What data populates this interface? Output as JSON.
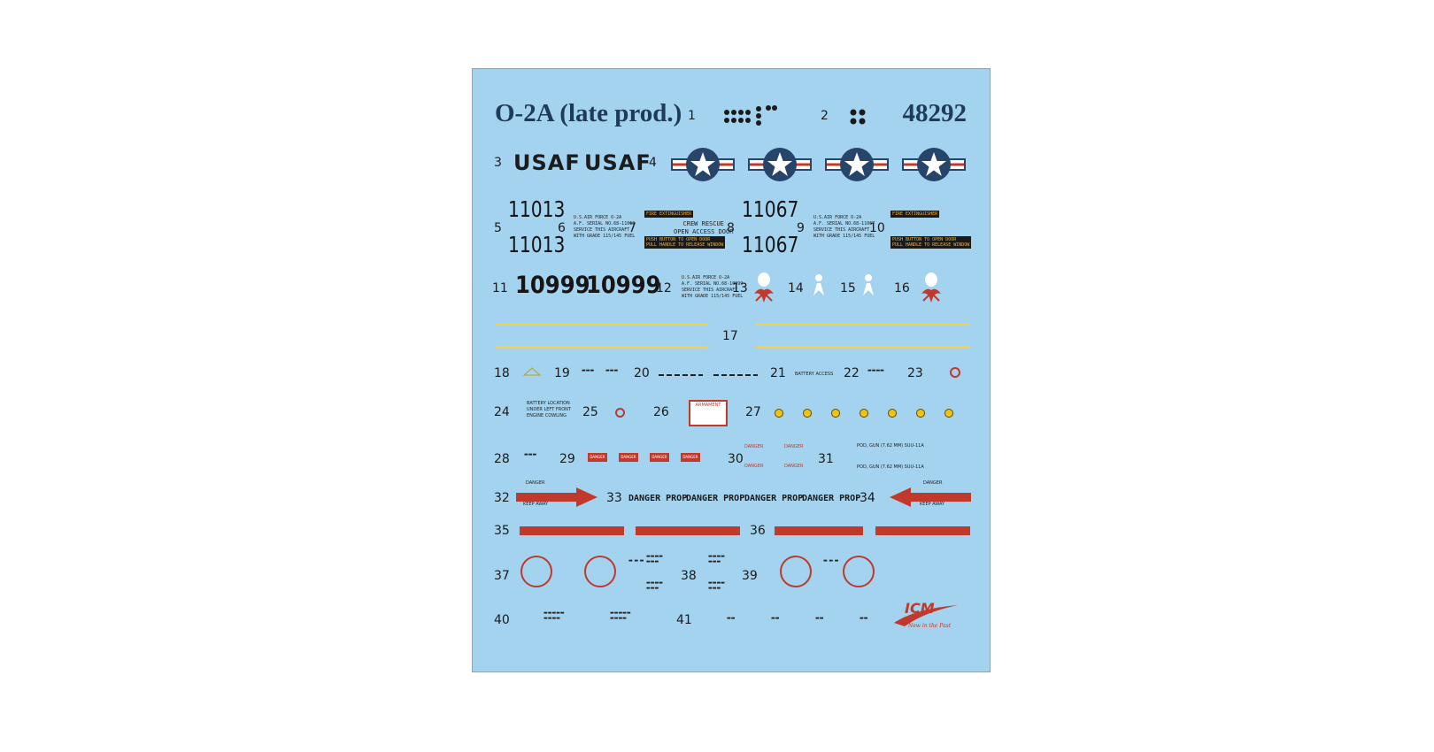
{
  "sheet": {
    "title": "O-2A (late prod.)",
    "code": "48292",
    "usaf": "USAF",
    "serial_a": "11013",
    "serial_b": "11067",
    "serial_c": "10999",
    "numbers": [
      "1",
      "2",
      "3",
      "4",
      "5",
      "6",
      "7",
      "8",
      "9",
      "10",
      "11",
      "12",
      "13",
      "14",
      "15",
      "16",
      "17",
      "18",
      "19",
      "20",
      "21",
      "22",
      "23",
      "24",
      "25",
      "26",
      "27",
      "28",
      "29",
      "30",
      "31",
      "32",
      "33",
      "34",
      "35",
      "36",
      "37",
      "38",
      "39",
      "40",
      "41"
    ],
    "stencil_6": "U.S.AIR FORCE O-2A\nA.F. SERIAL NO.68-11013\nSERVICE THIS AIRCRAFT\nWITH GRADE 115/145 FUEL",
    "stencil_9": "U.S.AIR FORCE O-2A\nA.F. SERIAL NO.68-11067\nSERVICE THIS AIRCRAFT\nWITH GRADE 115/145 FUEL",
    "stencil_12": "U.S.AIR FORCE O-2A\nA.F. SERIAL NO.68-10999\nSERVICE THIS AIRCRAFT\nWITH GRADE 115/145 FUEL",
    "fire_ext": "FIRE EXTINGUISHER",
    "crew_rescue": "CREW RESCUE\nOPEN ACCESS DOOR",
    "push_button": "PUSH BUTTON TO OPEN DOOR\nPULL HANDLE TO RELEASE WINDOW",
    "battery_access": "BATTERY ACCESS",
    "battery_location": "BATTERY LOCATION\nUNDER LEFT FRONT\nENGINE COWLING",
    "armament": "ARMAMENT",
    "danger": "DANGER",
    "keep_away": "KEEP AWAY",
    "danger_prop": "DANGER PROP",
    "gun_pod": "POD, GUN (7.62 MM) SUU-11A",
    "logo": "ICM",
    "slogan": "New in the Past"
  },
  "colors": {
    "sheet_bg": "#a3d3ef",
    "title": "#1f3b5a",
    "insignia_blue": "#27446b",
    "insignia_red": "#c0392b",
    "stripe_yellow": "#f1d24a",
    "danger_red": "#c0392b"
  }
}
